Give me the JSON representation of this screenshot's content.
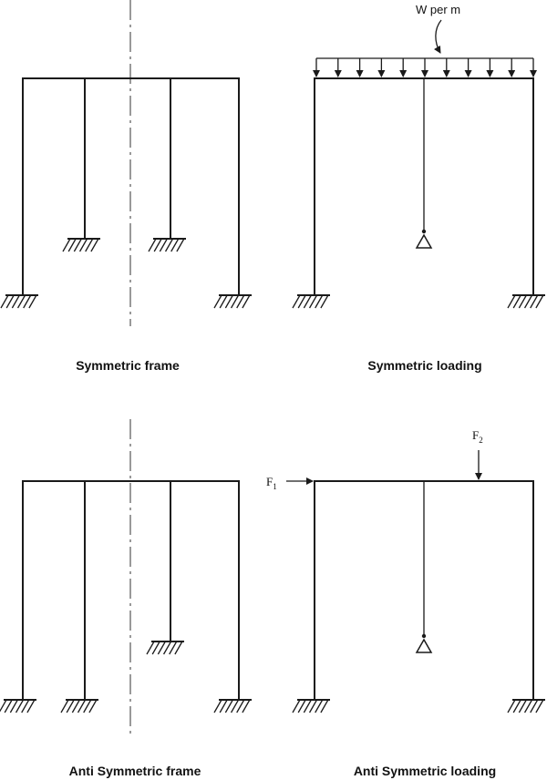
{
  "captions": {
    "sym_frame": "Symmetric frame",
    "sym_loading": "Symmetric loading",
    "anti_frame": "Anti Symmetric frame",
    "anti_loading": "Anti Symmetric loading"
  },
  "labels": {
    "udl": "W per m",
    "f1_letter": "F",
    "f1_sub": "1",
    "f2_letter": "F",
    "f2_sub": "2"
  }
}
